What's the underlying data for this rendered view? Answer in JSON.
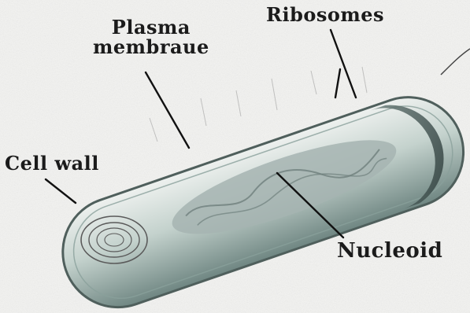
{
  "labels": {
    "plasma_membrane_line1": "Plasma",
    "plasma_membrane_line2": "membraue",
    "ribosomes": "Ribosomes",
    "cell_wall": "Cell wall",
    "nucleoid": "Nucleoid"
  },
  "colors": {
    "background": "#f3f3f1",
    "cell_body": "#c9d6d1",
    "cell_shadow": "#7f948f",
    "nucleoid": "#a9b6b3",
    "leader_line": "#111111"
  }
}
